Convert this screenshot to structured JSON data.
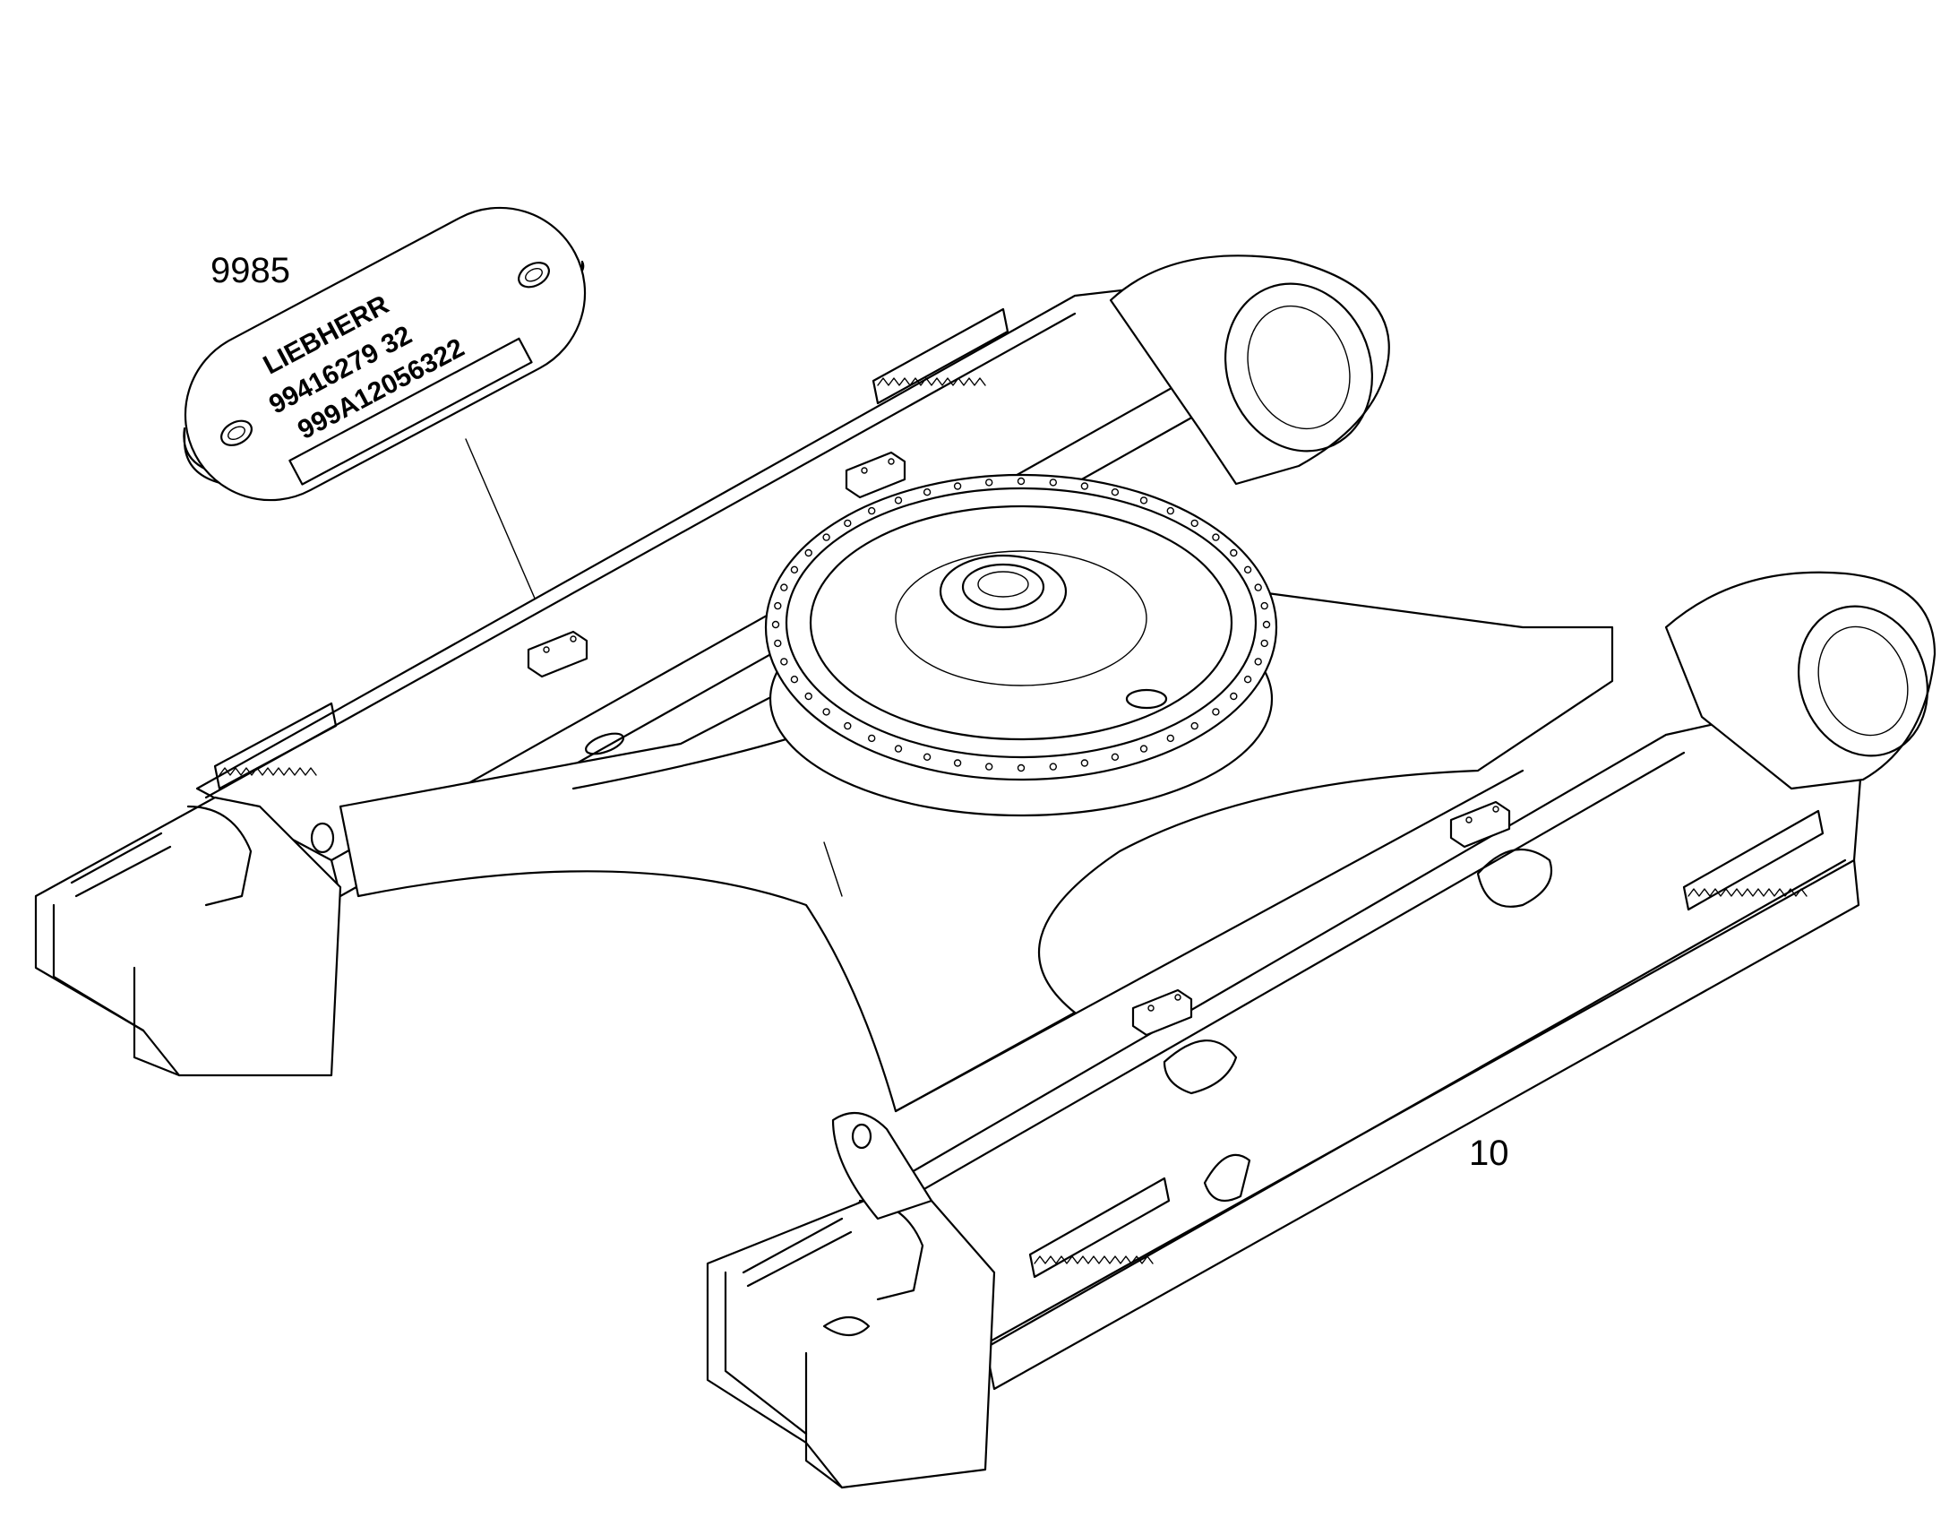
{
  "callouts": {
    "nameplate_ref": "9985",
    "frame_ref": "10"
  },
  "nameplate": {
    "brand": "LIEBHERR",
    "line1": "99416279  32",
    "line2": "999A12056322"
  },
  "colors": {
    "line": "#000000",
    "background": "#ffffff"
  }
}
